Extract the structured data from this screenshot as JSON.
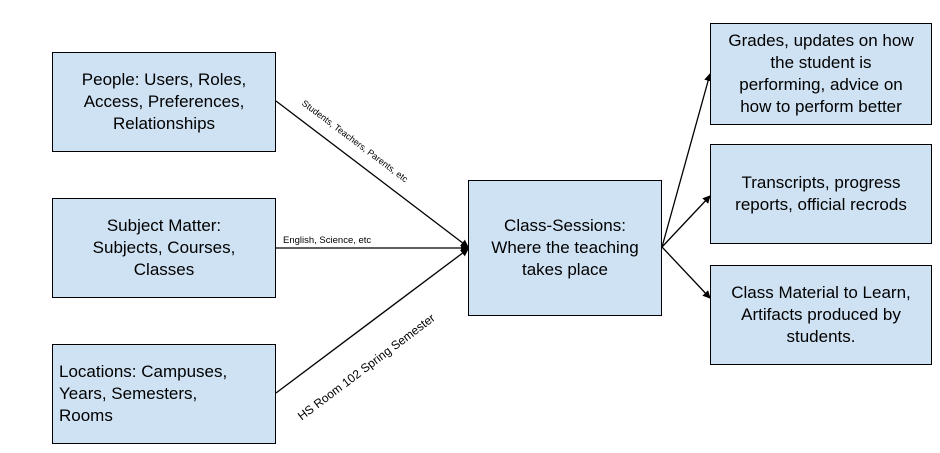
{
  "diagram": {
    "nodes": {
      "people": {
        "label": "People: Users, Roles,\nAccess, Preferences,\nRelationships"
      },
      "subject": {
        "label": "Subject Matter:\nSubjects, Courses,\nClasses"
      },
      "locations": {
        "label": "Locations: Campuses,\nYears, Semesters,\nRooms"
      },
      "sessions": {
        "label": "Class-Sessions:\nWhere the teaching\ntakes place"
      },
      "grades": {
        "label": "Grades, updates on how\nthe student is\nperforming, advice on\nhow to perform better"
      },
      "transcripts": {
        "label": "Transcripts, progress\nreports, official recrods"
      },
      "material": {
        "label": "Class Material to Learn,\nArtifacts produced by\nstudents."
      }
    },
    "edges": {
      "people_to_sessions": {
        "label": "Students, Teachers, Parents, etc"
      },
      "subject_to_sessions": {
        "label": "English, Science, etc"
      },
      "locations_to_sessions": {
        "label": "HS Room 102 Spring Semester"
      },
      "sessions_to_grades": {
        "label": ""
      },
      "sessions_to_transcripts": {
        "label": ""
      },
      "sessions_to_material": {
        "label": ""
      }
    },
    "colors": {
      "box_fill": "#cfe2f3",
      "box_border": "#000000",
      "line": "#000000"
    }
  }
}
